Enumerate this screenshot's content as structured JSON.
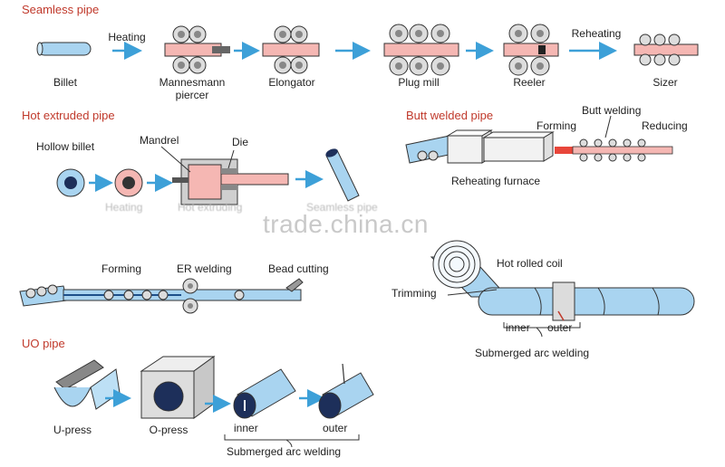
{
  "sections": {
    "seamless": "Seamless pipe",
    "hot_extruded": "Hot extruded pipe",
    "butt_welded": "Butt welded pipe",
    "uo": "UO pipe"
  },
  "seamless": {
    "billet": "Billet",
    "heating": "Heating",
    "piercer": "Mannesmann piercer",
    "elongator": "Elongator",
    "plug_mill": "Plug mill",
    "reeler": "Reeler",
    "reheating": "Reheating",
    "sizer": "Sizer"
  },
  "hot_extruded": {
    "hollow_billet": "Hollow billet",
    "mandrel": "Mandrel",
    "die": "Die",
    "heating": "Heating",
    "extruding": "Hot extruding",
    "seamless_pipe": "Seamless pipe"
  },
  "butt_welded": {
    "forming": "Forming",
    "butt_welding": "Butt welding",
    "reducing": "Reducing",
    "furnace": "Reheating furnace"
  },
  "erw": {
    "forming": "Forming",
    "er_welding": "ER welding",
    "bead_cutting": "Bead cutting"
  },
  "spiral": {
    "coil": "Hot rolled coil",
    "trimming": "Trimming",
    "inner": "inner",
    "outer": "outer",
    "saw": "Submerged arc welding"
  },
  "uo": {
    "u_press": "U-press",
    "o_press": "O-press",
    "inner": "inner",
    "outer": "outer",
    "saw": "Submerged arc welding"
  },
  "watermark": "trade.china.cn",
  "colors": {
    "pipe": "#a9d4f0",
    "hot": "#f5b7b3",
    "title": "#c0392b",
    "arrow": "#3da0d8",
    "dark": "#1d2f5a"
  }
}
